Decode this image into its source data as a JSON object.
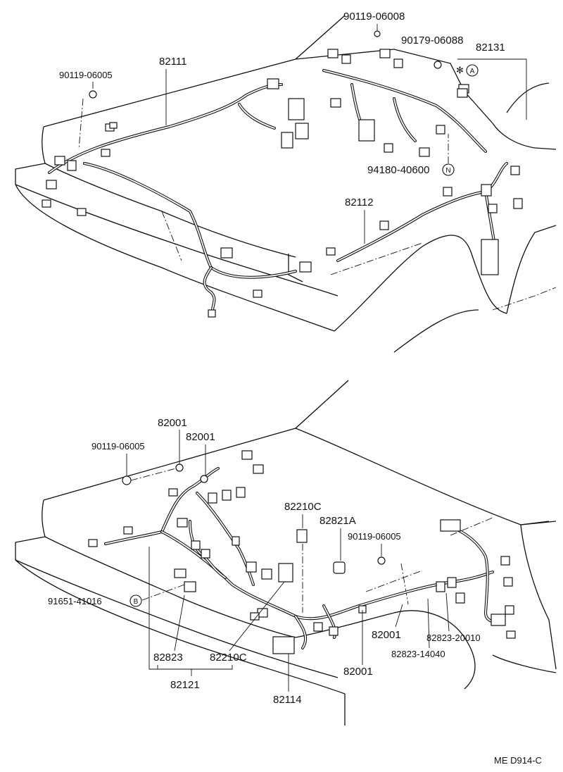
{
  "upper_view": {
    "labels": {
      "bolt_top": "90119-06008",
      "nut_top": "90179-06088",
      "harness_right": "82131",
      "mark_a": "A",
      "harness_main": "82111",
      "bolt_left": "90119-06005",
      "grommet": "94180-40600",
      "mark_n": "N",
      "harness_side": "82112"
    }
  },
  "lower_view": {
    "labels": {
      "relay_1": "82001",
      "relay_2": "82001",
      "bolt_left": "90119-06005",
      "connector_c_top": "82210C",
      "connector_a": "82821A",
      "bolt_right": "90119-06005",
      "clip": "91651-41016",
      "mark_b": "B",
      "relay_3": "82001",
      "relay_4": "82001",
      "connector_right": "82823-20010",
      "connector_right_2": "82823-14040",
      "connector_82823": "82823",
      "connector_c_bottom": "82210C",
      "harness_main": "82121",
      "harness_bottom": "82114"
    }
  },
  "footer": {
    "code": "ME D914-C"
  }
}
